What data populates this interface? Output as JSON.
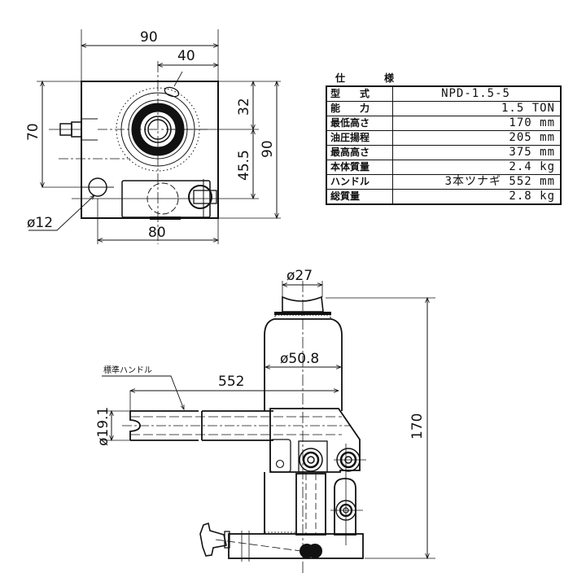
{
  "top_view": {
    "dims": {
      "width_total": "90",
      "offset_40": "40",
      "height_left": "70",
      "right_32": "32",
      "right_45_5": "45.5",
      "right_90": "90",
      "bottom_80": "80",
      "hole_dia": "ø12"
    }
  },
  "spec_table": {
    "title": "仕　様",
    "rows": [
      {
        "key": "型　　式",
        "value": "NPD-1.5-5"
      },
      {
        "key": "能　　力",
        "value": "1.5  TON"
      },
      {
        "key": "最低高さ",
        "value": "170  mm"
      },
      {
        "key": "油圧揚程",
        "value": "205  mm"
      },
      {
        "key": "最高高さ",
        "value": "375  mm"
      },
      {
        "key": "本体質量",
        "value": "2.4  kg"
      },
      {
        "key": "ハンドル",
        "value": "3本ツナギ  552  mm"
      },
      {
        "key": "総質量",
        "value": "2.8  kg"
      }
    ]
  },
  "side_view": {
    "dims": {
      "saddle_dia": "ø27",
      "cylinder_dia": "ø50.8",
      "handle_length": "552",
      "handle_dia": "ø19.1",
      "min_height": "170"
    },
    "handle_label": "標準ハンドル"
  }
}
